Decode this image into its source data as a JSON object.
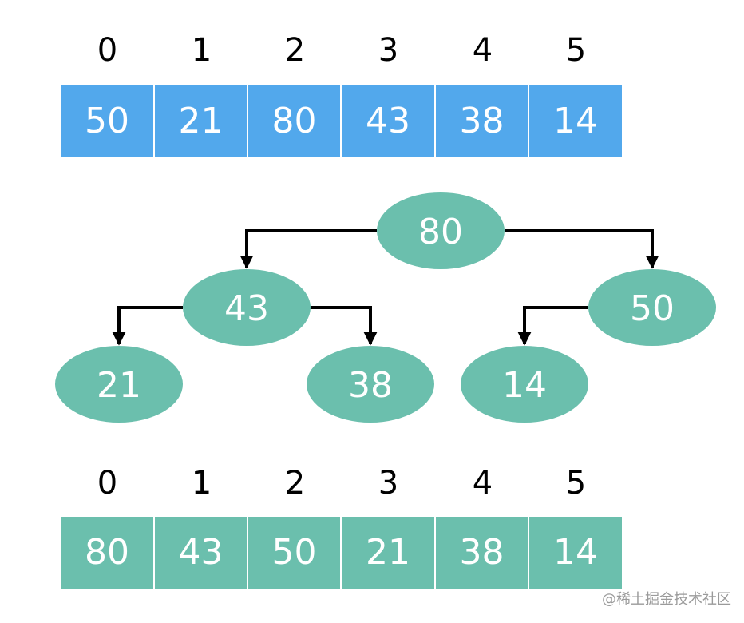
{
  "colors": {
    "array_top": "#52a8ec",
    "node_and_bottom": "#6bbfad",
    "text_on_fill": "#ffffff",
    "arrow": "#000000",
    "cell_divider": "#ffffff"
  },
  "top_indices": [
    "0",
    "1",
    "2",
    "3",
    "4",
    "5"
  ],
  "top_array": [
    "50",
    "21",
    "80",
    "43",
    "38",
    "14"
  ],
  "tree": {
    "nodes": [
      {
        "id": "n0",
        "label": "80"
      },
      {
        "id": "n1",
        "label": "43"
      },
      {
        "id": "n2",
        "label": "50"
      },
      {
        "id": "n3",
        "label": "21"
      },
      {
        "id": "n4",
        "label": "38"
      },
      {
        "id": "n5",
        "label": "14"
      }
    ],
    "edges": [
      {
        "from": "n0",
        "to": "n1"
      },
      {
        "from": "n0",
        "to": "n2"
      },
      {
        "from": "n1",
        "to": "n3"
      },
      {
        "from": "n1",
        "to": "n4"
      },
      {
        "from": "n2",
        "to": "n5"
      }
    ]
  },
  "bottom_indices": [
    "0",
    "1",
    "2",
    "3",
    "4",
    "5"
  ],
  "bottom_array": [
    "80",
    "43",
    "50",
    "21",
    "38",
    "14"
  ],
  "watermark": "@稀土掘金技术社区"
}
